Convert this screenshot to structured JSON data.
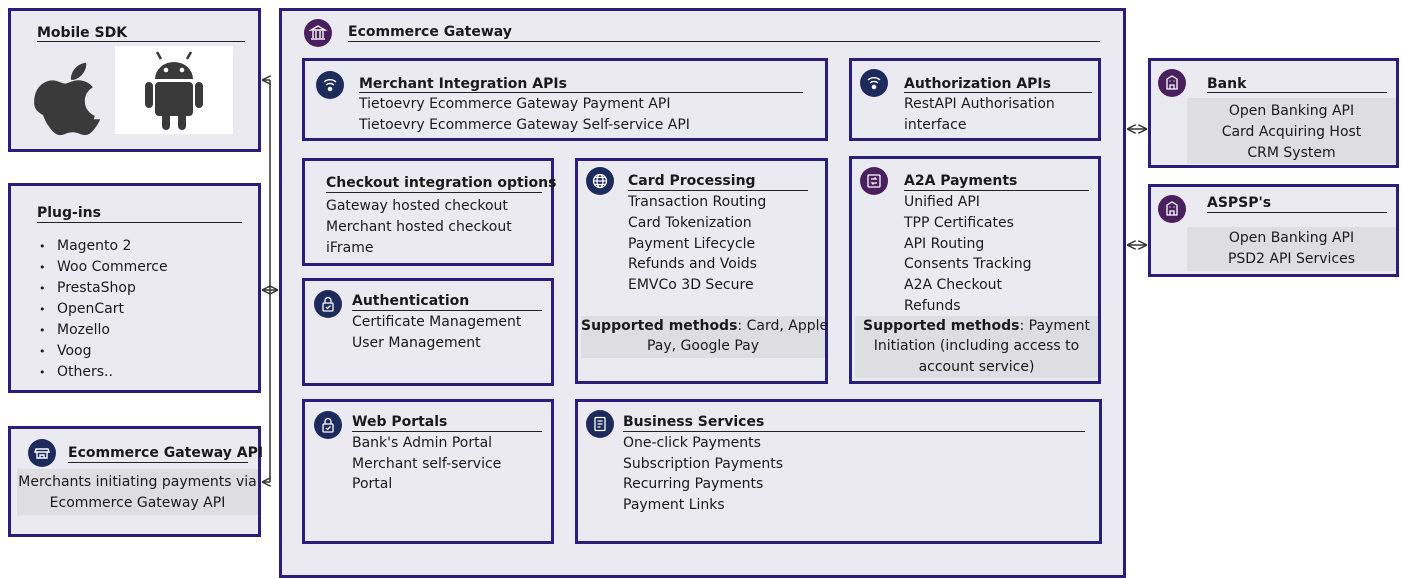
{
  "mobile_sdk": {
    "title": "Mobile SDK",
    "logos": [
      "apple-logo",
      "android-logo"
    ]
  },
  "plugins": {
    "title": "Plug-ins",
    "items": [
      "Magento 2",
      "Woo Commerce",
      "PrestaShop",
      "OpenCart",
      "Mozello",
      "Voog",
      "Others.."
    ]
  },
  "egw_api": {
    "title": "Ecommerce Gateway API",
    "lines": [
      "Merchants initiating payments via",
      "Ecommerce Gateway API"
    ],
    "icon": "storefront-icon"
  },
  "gateway": {
    "title": "Ecommerce Gateway",
    "icon": "bank-building-icon"
  },
  "merchant_apis": {
    "title": "Merchant Integration APIs",
    "lines": [
      "Tietoevry Ecommerce Gateway Payment API",
      "Tietoevry Ecommerce Gateway Self-service API"
    ],
    "icon": "api-signal-icon"
  },
  "auth_apis": {
    "title": "Authorization APIs",
    "lines": [
      "RestAPI Authorisation",
      "interface"
    ],
    "icon": "api-signal-icon"
  },
  "checkout": {
    "title": "Checkout integration options",
    "lines": [
      "Gateway hosted checkout",
      "Merchant hosted checkout",
      "iFrame"
    ]
  },
  "card_processing": {
    "title": "Card Processing",
    "lines": [
      "Transaction Routing",
      "Card Tokenization",
      "Payment Lifecycle",
      "Refunds and Voids",
      "EMVCo 3D Secure"
    ],
    "supported_label": "Supported methods",
    "supported_line1": ": Card, Apple",
    "supported_line2": "Pay, Google Pay",
    "icon": "globe-icon"
  },
  "a2a": {
    "title": "A2A Payments",
    "lines": [
      "Unified API",
      "TPP Certificates",
      "API Routing",
      "Consents Tracking",
      "A2A Checkout",
      "Refunds"
    ],
    "supported_label": "Supported methods",
    "supported_line1": ": Payment",
    "supported_line2": "Initiation (including access to",
    "supported_line3": "account service)",
    "icon": "transfer-icon"
  },
  "authentication": {
    "title": "Authentication",
    "lines": [
      "Certificate Management",
      "User Management"
    ],
    "icon": "lock-icon"
  },
  "web_portals": {
    "title": "Web Portals",
    "lines": [
      "Bank's Admin Portal",
      "Merchant self-service",
      "Portal"
    ],
    "icon": "lock-icon"
  },
  "business_services": {
    "title": "Business Services",
    "lines": [
      "One-click Payments",
      "Subscription Payments",
      "Recurring Payments",
      "Payment Links"
    ],
    "icon": "document-icon"
  },
  "bank": {
    "title": "Bank",
    "lines": [
      "Open Banking API",
      "Card Acquiring Host",
      "CRM System"
    ],
    "icon": "bank-icon"
  },
  "aspsp": {
    "title": "ASPSP's",
    "lines": [
      "Open Banking API",
      "PSD2 API Services"
    ],
    "icon": "bank-icon"
  },
  "colors": {
    "border": "#2b1d7a",
    "box_bg": "#eceaf1",
    "icon_navy": "#1c2a5c",
    "icon_purple": "#4a1f5e",
    "highlight": "#dedde1"
  }
}
